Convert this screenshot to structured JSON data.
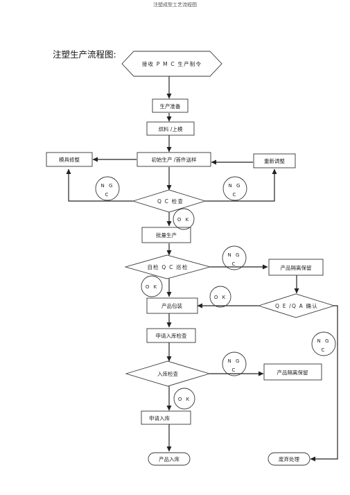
{
  "doc_title": "注塑成型工艺流程图",
  "section_title": "注塑生产流程图:",
  "nodes": {
    "receive_pmc": "接收 P M C  生产制令",
    "prod_prep": "生产准备",
    "feed_mold": "烘料 /上模",
    "mold_repair": "模具修整",
    "initial_prod": "初始生产 /首件送样",
    "readjust": "重新调整",
    "qc_check": "Q C  检查",
    "mass_prod": "批量生产",
    "self_check": "自检  Q C  巡检",
    "isolate_1": "产品隔离保留",
    "qe_qa": "Q E /Q A  确认",
    "packaging": "产品包装",
    "request_inspection": "申请入库检查",
    "warehouse_check": "入库检查",
    "isolate_2": "产品隔离保留",
    "request_storage": "申请入库",
    "product_in": "产品入库",
    "scrap": "废弃处理"
  },
  "badges": {
    "ng": [
      "N G",
      "C"
    ],
    "ok": "O K"
  }
}
